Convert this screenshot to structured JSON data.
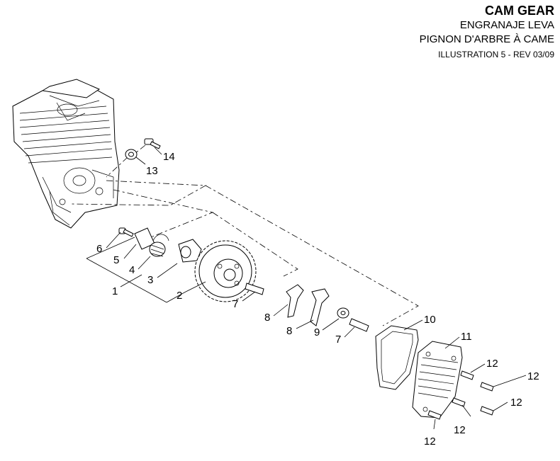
{
  "header": {
    "title": "CAM GEAR",
    "subtitle_es": "ENGRANAJE LEVA",
    "subtitle_fr": "PIGNON D'ARBRE À CAME",
    "illustration": "ILLUSTRATION 5 - REV 03/09"
  },
  "callouts": {
    "n1": "1",
    "n2": "2",
    "n3": "3",
    "n4": "4",
    "n5": "5",
    "n6": "6",
    "n7a": "7",
    "n7b": "7",
    "n8a": "8",
    "n8b": "8",
    "n9": "9",
    "n10": "10",
    "n11": "11",
    "n12a": "12",
    "n12b": "12",
    "n12c": "12",
    "n12d": "12",
    "n12e": "12",
    "n13": "13",
    "n14": "14"
  }
}
